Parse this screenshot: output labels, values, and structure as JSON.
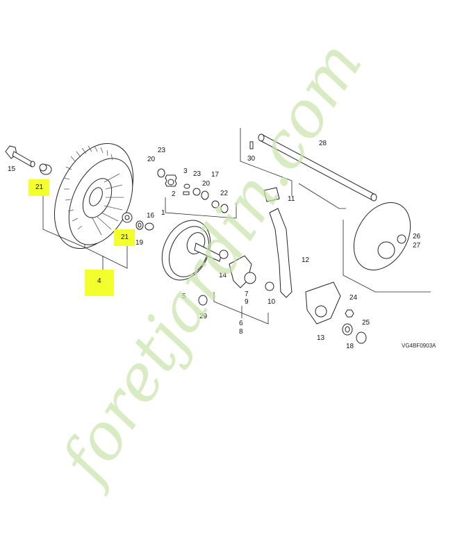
{
  "diagram": {
    "code": "VG4BF0903A",
    "highlight_color": "#f4ff2e",
    "watermark_color": "#c8e3a8",
    "callouts": [
      "1",
      "2",
      "3",
      "4",
      "5",
      "6",
      "7",
      "8",
      "9",
      "10",
      "11",
      "12",
      "13",
      "14",
      "15",
      "16",
      "17",
      "18",
      "19",
      "20",
      "21",
      "22",
      "23",
      "24",
      "25",
      "26",
      "27",
      "28",
      "29",
      "30"
    ]
  },
  "labels": {
    "p15": "15",
    "p21a": "21",
    "p21b": "21",
    "p19": "19",
    "p16": "16",
    "p4": "4",
    "p23a": "23",
    "p20a": "20",
    "p1": "1",
    "p3": "3",
    "p23b": "23",
    "p17": "17",
    "p2": "2",
    "p20b": "20",
    "p22": "22",
    "p5": "5",
    "p29": "29",
    "p14": "14",
    "p7": "7",
    "p9": "9",
    "p6": "6",
    "p8": "8",
    "p10": "10",
    "p11": "11",
    "p12": "12",
    "p28": "28",
    "p30": "30",
    "p26": "26",
    "p27": "27",
    "p13": "13",
    "p18": "18",
    "p24": "24",
    "p25": "25"
  },
  "watermark": {
    "text": "foretjardin.com"
  }
}
